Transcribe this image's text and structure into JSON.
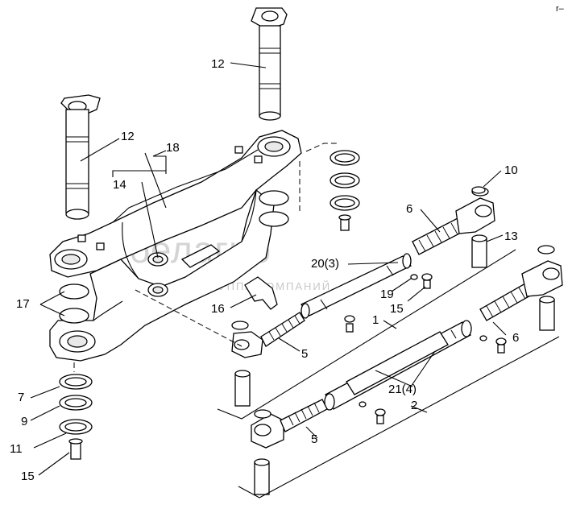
{
  "watermark": {
    "brand": "белагро",
    "subtitle": "ГРУППА КОМПАНИЙ"
  },
  "corner_mark": "r–",
  "callouts": [
    {
      "id": "c12a",
      "text": "12"
    },
    {
      "id": "c12b",
      "text": "12"
    },
    {
      "id": "c18",
      "text": "18"
    },
    {
      "id": "c14",
      "text": "14"
    },
    {
      "id": "c10",
      "text": "10"
    },
    {
      "id": "c6a",
      "text": "6"
    },
    {
      "id": "c13",
      "text": "13"
    },
    {
      "id": "c20",
      "text": "20(3)"
    },
    {
      "id": "c19",
      "text": "19"
    },
    {
      "id": "c15a",
      "text": "15"
    },
    {
      "id": "c17",
      "text": "17"
    },
    {
      "id": "c16",
      "text": "16"
    },
    {
      "id": "c1",
      "text": "1"
    },
    {
      "id": "c6b",
      "text": "6"
    },
    {
      "id": "c5a",
      "text": "5"
    },
    {
      "id": "c7",
      "text": "7"
    },
    {
      "id": "c21",
      "text": "21(4)"
    },
    {
      "id": "c2",
      "text": "2"
    },
    {
      "id": "c9",
      "text": "9"
    },
    {
      "id": "c5b",
      "text": "5"
    },
    {
      "id": "c11",
      "text": "11"
    },
    {
      "id": "c15b",
      "text": "15"
    }
  ]
}
